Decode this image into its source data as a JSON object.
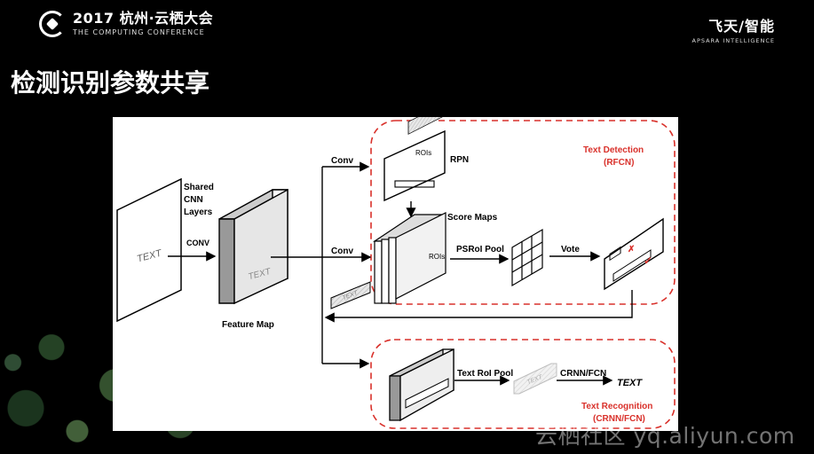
{
  "header": {
    "conference_title": "2017 杭州·云栖大会",
    "conference_subtitle": "THE COMPUTING CONFERENCE",
    "brand_title": "飞天/智能",
    "brand_subtitle": "APSARA INTELLIGENCE"
  },
  "slide": {
    "title": "检测识别参数共享"
  },
  "diagram": {
    "input_text": "TEXT",
    "shared_cnn": "Shared",
    "shared_cnn_2": "CNN",
    "shared_cnn_3": "Layers",
    "conv_label": "CONV",
    "feature_map_text": "TEXT",
    "feature_map_label": "Feature Map",
    "conv_top": "Conv",
    "conv_mid": "Conv",
    "rois_top": "ROIs",
    "rpn": "RPN",
    "score_maps": "Score Maps",
    "rois_mid": "ROIs",
    "psroi_pool": "PSRoI Pool",
    "vote": "Vote",
    "detection_title": "Text Detection",
    "detection_sub": "(RFCN)",
    "small_text": "TEXT",
    "text_roi_pool": "Text RoI Pool",
    "pooled_text": "TEXT",
    "crnn_fcn": "CRNN/FCN",
    "output_text": "TEXT",
    "recognition_title": "Text Recognition",
    "recognition_sub": "(CRNN/FCN)",
    "accent_color": "#d9312b"
  },
  "watermark": "云栖社区 yq.aliyun.com"
}
